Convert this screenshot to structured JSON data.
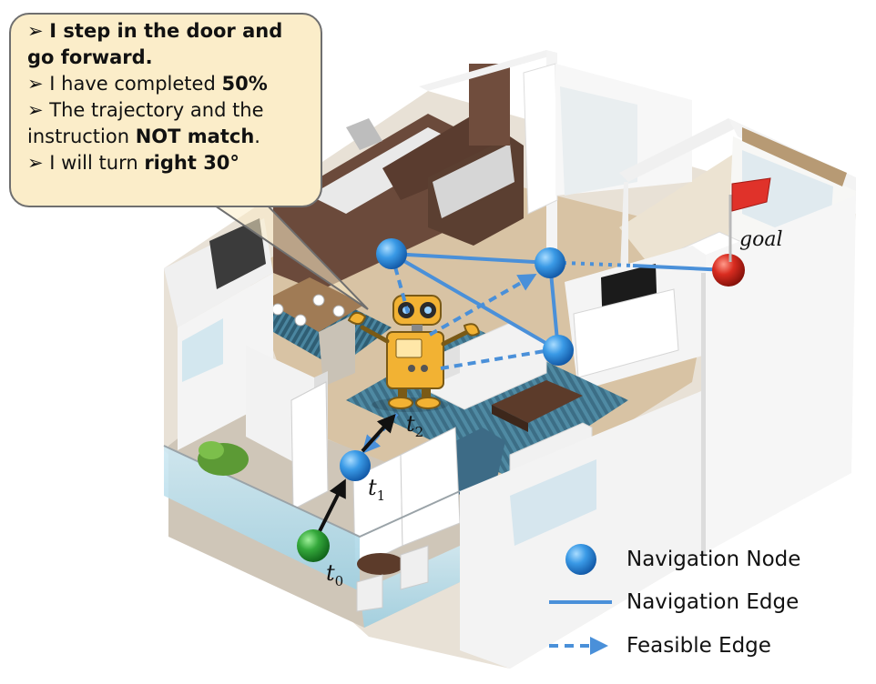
{
  "bubble": {
    "arrow_glyph": "➢",
    "line1": "I step in the door and",
    "line2": "go forward.",
    "line3_pre": "I have completed ",
    "line3_bold": "50%",
    "line4": "The trajectory and the",
    "line5_pre": "instruction ",
    "line5_bold": "NOT match",
    "line5_post": ".",
    "line6_pre": "I will turn ",
    "line6_bold": "right 30°"
  },
  "labels": {
    "goal": "goal",
    "t0_base": "t",
    "t0_sub": "0",
    "t1_base": "t",
    "t1_sub": "1",
    "t2_base": "t",
    "t2_sub": "2"
  },
  "legend": {
    "node": "Navigation Node",
    "edge": "Navigation Edge",
    "feasible": "Feasible Edge"
  },
  "colors": {
    "node_blue": "#2f8fdc",
    "edge_blue": "#4a90d9",
    "start_green": "#2e9e3a",
    "goal_red": "#d62b1f",
    "flag_red": "#e0322a",
    "bubble_fill": "#fbedc9"
  }
}
